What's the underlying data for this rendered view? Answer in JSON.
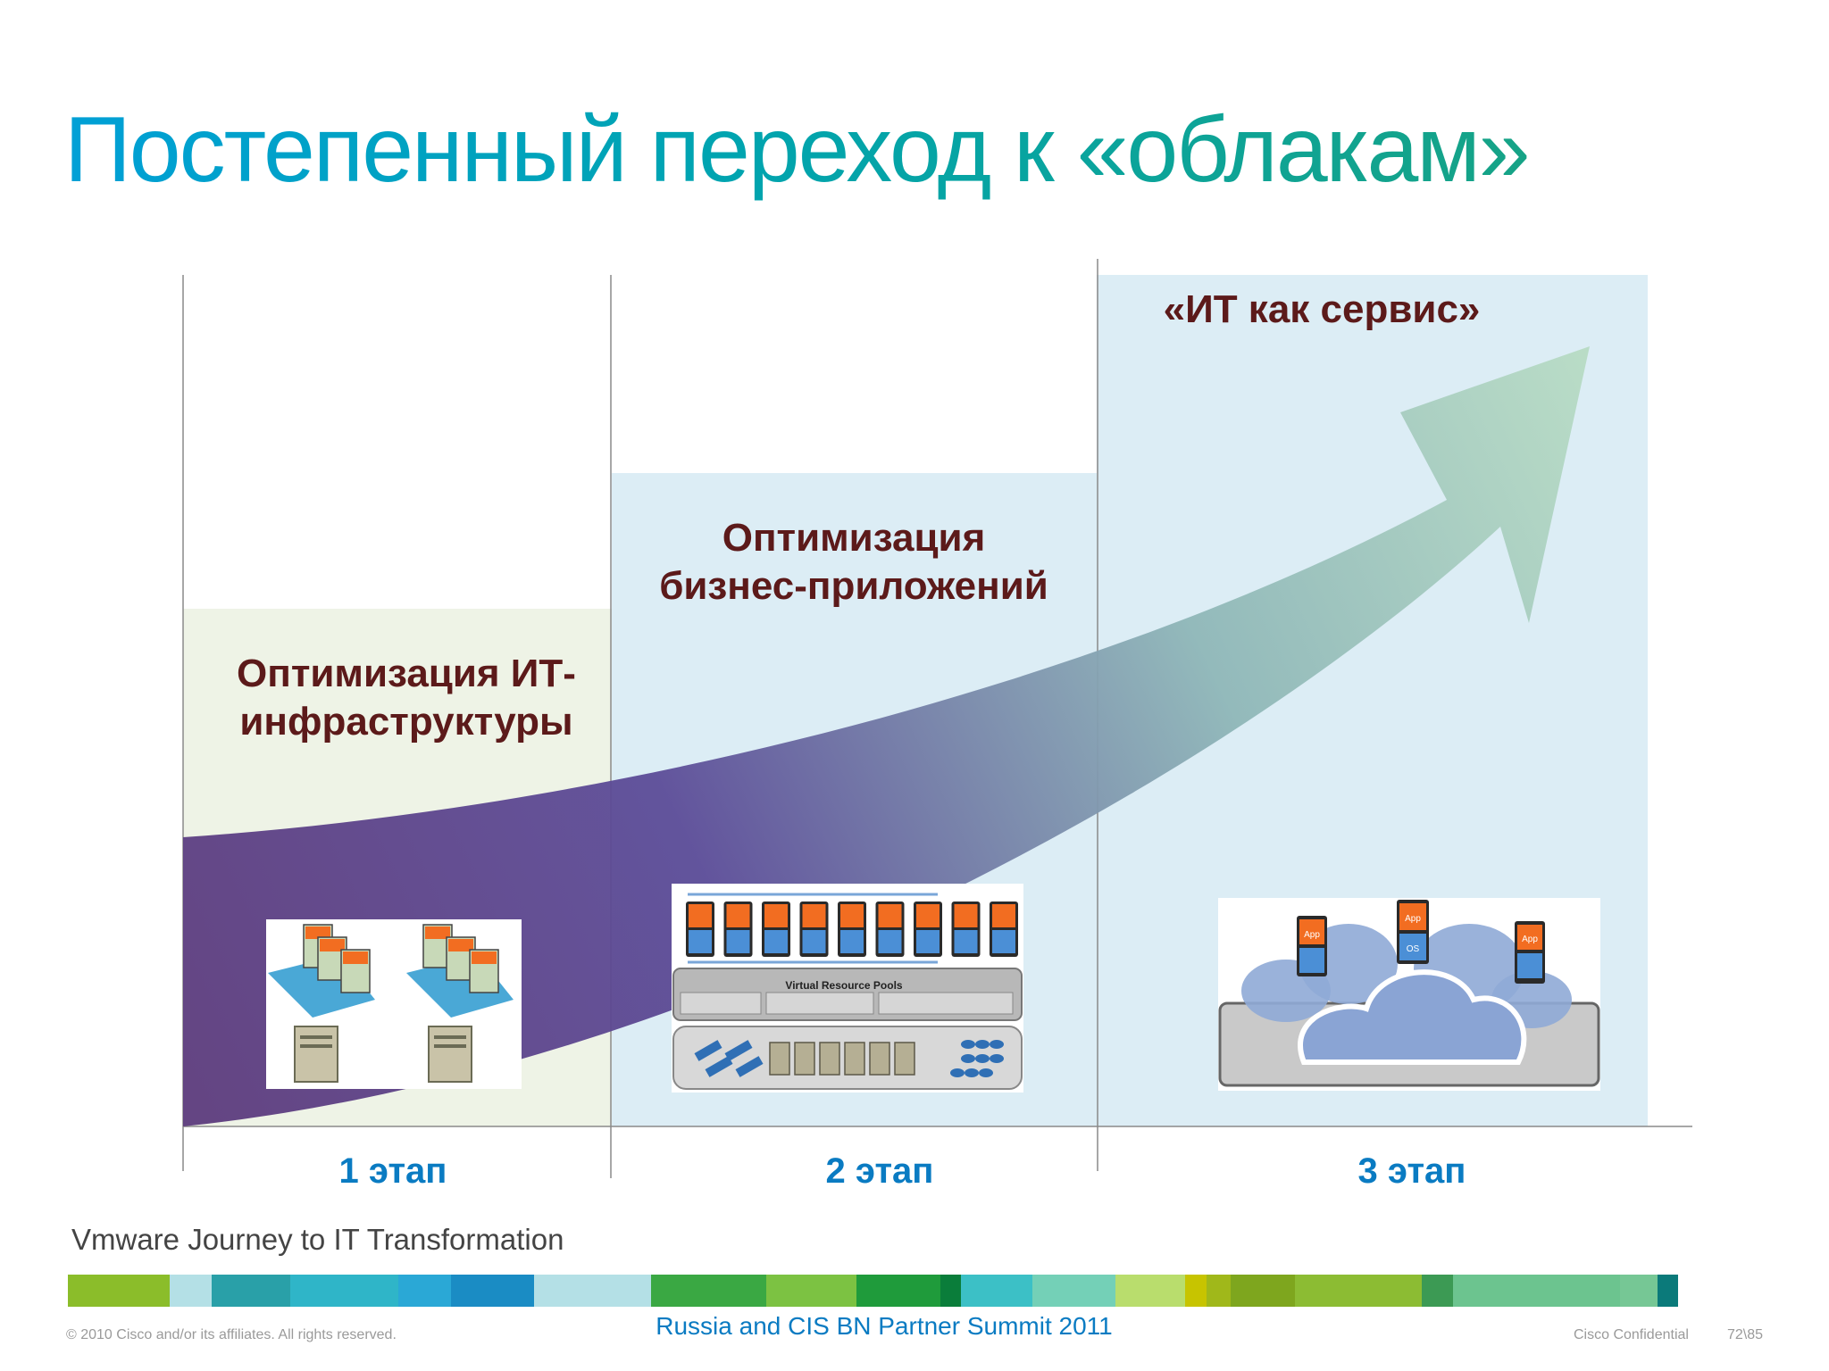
{
  "title": "Постепенный переход к «облакам»",
  "stages": [
    {
      "text_line1": "Оптимизация ИТ-",
      "text_line2": "инфраструктуры",
      "label": "1 этап",
      "color": "#eef3e6"
    },
    {
      "text_line1": "Оптимизация",
      "text_line2": "бизнес-приложений",
      "label": "2 этап",
      "color": "#dcedf5"
    },
    {
      "text_line1": "«ИТ как сервис»",
      "label": "3 этап",
      "color": "#dcedf5"
    }
  ],
  "pool_label": "Virtual Resource Pools",
  "app_label": "App",
  "os_label": "OS",
  "caption": "Vmware Journey to IT Transformation",
  "footer": {
    "summit": "Russia and CIS BN Partner Summit 2011",
    "copyright": "© 2010 Cisco and/or its affiliates. All rights reserved.",
    "confidential": "Cisco Confidential",
    "page": "72\\85"
  },
  "colors": {
    "arrow_start": "#5d3c7e",
    "arrow_end": "#b7dbc4",
    "stage_text": "#5c1a1a",
    "stage_label": "#0a7bc2",
    "app_orange": "#f26d21",
    "os_blue": "#4b8fd6",
    "cloud": "#8faad6"
  },
  "colorbar": [
    "#8bbd2a",
    "#b4e0e6",
    "#29a0a8",
    "#2fb5c8",
    "#2aa8d6",
    "#1a8cc4",
    "#b4e0e6",
    "#b4e0e6",
    "#3aa843",
    "#7cc242",
    "#1f9b3b",
    "#0a7d3a",
    "#3cc0c6",
    "#74d0b7",
    "#b9dd6d",
    "#c7c400",
    "#a0b81a",
    "#7ea61e",
    "#8cbc33",
    "#3c9a54",
    "#6cc48f",
    "#76c795",
    "#0b7a7a"
  ]
}
